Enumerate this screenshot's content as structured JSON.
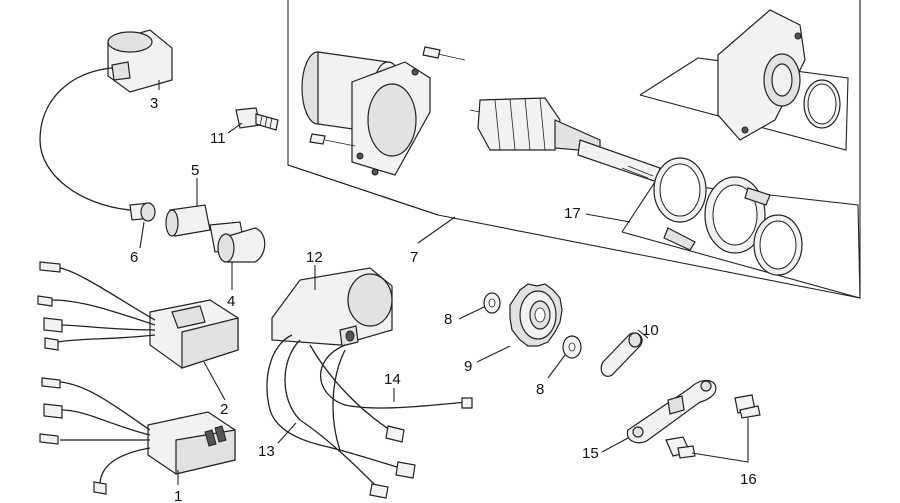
{
  "callouts": [
    {
      "id": "c1",
      "label": "1"
    },
    {
      "id": "c2",
      "label": "2"
    },
    {
      "id": "c3",
      "label": "3"
    },
    {
      "id": "c4",
      "label": "4"
    },
    {
      "id": "c5",
      "label": "5"
    },
    {
      "id": "c6",
      "label": "6"
    },
    {
      "id": "c7",
      "label": "7"
    },
    {
      "id": "c8a",
      "label": "8"
    },
    {
      "id": "c8b",
      "label": "8"
    },
    {
      "id": "c9",
      "label": "9"
    },
    {
      "id": "c10",
      "label": "10"
    },
    {
      "id": "c11",
      "label": "11"
    },
    {
      "id": "c12",
      "label": "12"
    },
    {
      "id": "c13",
      "label": "13"
    },
    {
      "id": "c14",
      "label": "14"
    },
    {
      "id": "c15",
      "label": "15"
    },
    {
      "id": "c16",
      "label": "16"
    },
    {
      "id": "c17",
      "label": "17"
    }
  ]
}
